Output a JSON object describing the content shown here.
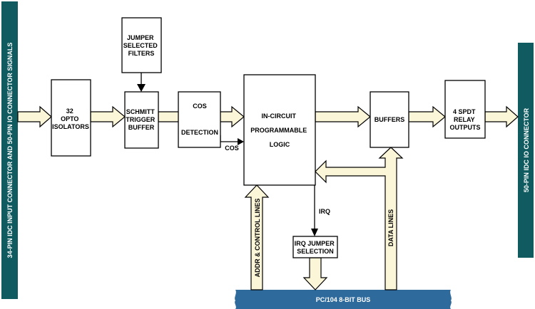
{
  "left_connector": {
    "label": "34-PIN IDC INPUT CONNECTOR AND 50-PIN IO CONNECTOR SIGNALS",
    "color": "#0f5b60"
  },
  "right_connector": {
    "label": "50-PIN IDC IO CONNECTOR",
    "color": "#0f5b60"
  },
  "bus": {
    "label": "PC/104 8-BIT BUS",
    "color": "#2e6a9c"
  },
  "blocks": {
    "opto": [
      "32",
      "OPTO",
      "ISOLATORS"
    ],
    "jumper_filters": [
      "JUMPER",
      "SELECTED",
      "FILTERS"
    ],
    "schmitt": [
      "SCHMITT",
      "TRIGGER",
      "BUFFER"
    ],
    "cos_top": "COS",
    "cos_detection": "DETECTION",
    "cpld": [
      "IN-CIRCUIT",
      "PROGRAMMABLE",
      "LOGIC"
    ],
    "buffers": "BUFFERS",
    "relay": [
      "4 SPDT",
      "RELAY",
      "OUTPUTS"
    ],
    "irq_jumper": [
      "IRQ JUMPER",
      "SELECTION"
    ]
  },
  "labels": {
    "cos_out": "COS",
    "irq": "IRQ",
    "addr_control": "ADDR & CONTROL LINES",
    "data_lines": "DATA LINES"
  },
  "colors": {
    "arrow_fill": "#fbf6d8",
    "stroke": "#000000"
  }
}
